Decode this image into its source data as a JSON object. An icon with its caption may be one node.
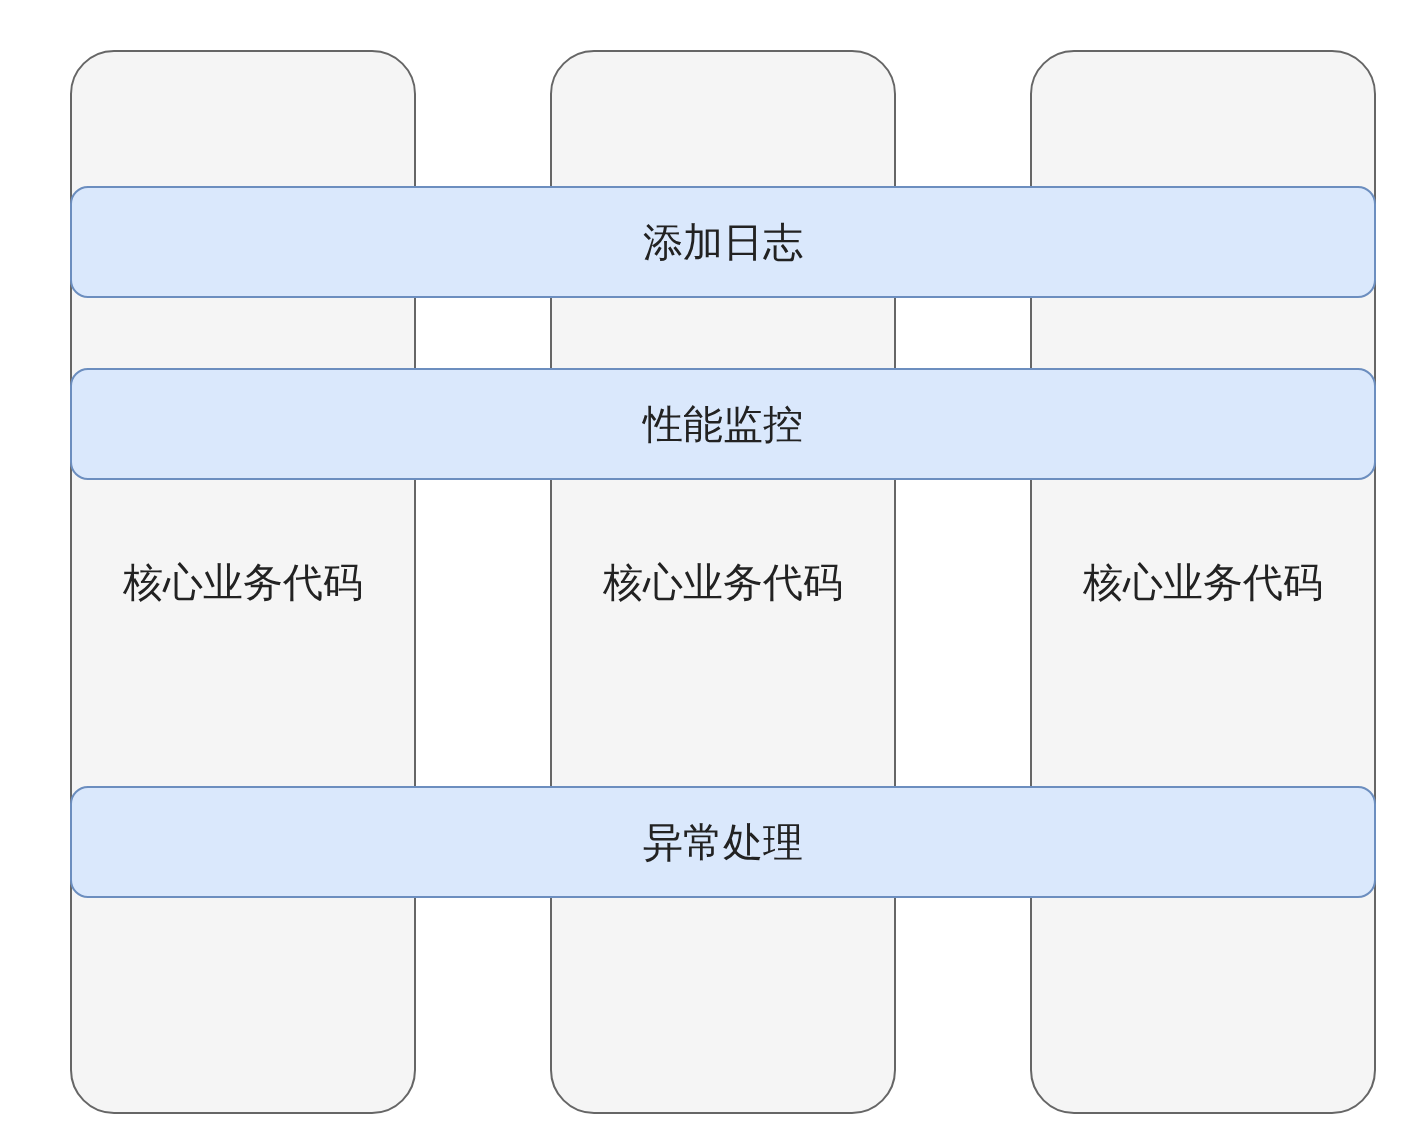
{
  "diagram": {
    "nodes": [
      {
        "text": [
          "核心业务代码"
        ]
      },
      {
        "text": [
          "核心业务代码"
        ]
      },
      {
        "text": [
          "核心业务代码"
        ]
      },
      {
        "text": [
          "添加日志"
        ]
      },
      {
        "text": [
          "性能监控"
        ]
      },
      {
        "text": [
          "异常处理"
        ]
      }
    ]
  }
}
